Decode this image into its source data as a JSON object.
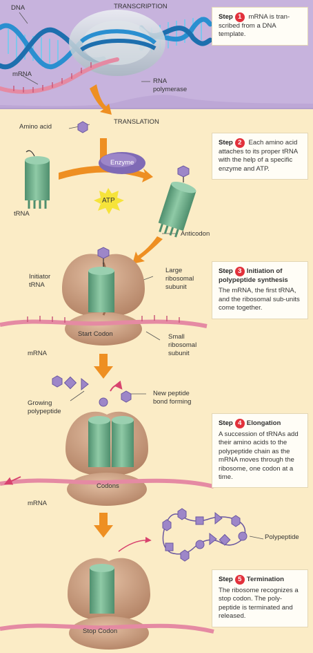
{
  "labels": {
    "transcription": "TRANSCRIPTION",
    "dna": "DNA",
    "mrna_top": "mRNA",
    "rna_polymerase": "RNA\npolymerase",
    "translation": "TRANSLATION",
    "amino_acid": "Amino acid",
    "enzyme": "Enzyme",
    "trna": "tRNA",
    "atp": "ATP",
    "anticodon": "Anticodon",
    "initiator_trna": "Initiator\ntRNA",
    "large_subunit": "Large\nribosomal\nsubunit",
    "start_codon": "Start Codon",
    "small_subunit": "Small\nribosomal\nsubunit",
    "mrna_2": "mRNA",
    "growing_polypeptide": "Growing\npolypeptide",
    "new_peptide_bond": "New peptide\nbond forming",
    "codons": "Codons",
    "mrna_3": "mRNA",
    "polypeptide": "Polypeptide",
    "stop_codon": "Stop Codon"
  },
  "steps": [
    {
      "word": "Step",
      "number": "1",
      "title": "",
      "text": "mRNA is tran-scribed from a DNA template."
    },
    {
      "word": "Step",
      "number": "2",
      "title": "",
      "text": "Each amino acid attaches to its proper tRNA with the help of a specific enzyme and ATP."
    },
    {
      "word": "Step",
      "number": "3",
      "title": "Initiation of polypeptide synthesis",
      "text": "The mRNA, the first tRNA, and the ribosomal sub-units come together."
    },
    {
      "word": "Step",
      "number": "4",
      "title": "Elongation",
      "text": "A succession of tRNAs add their amino acids to the polypeptide chain as the mRNA moves through the ribosome, one codon at a time."
    },
    {
      "word": "Step",
      "number": "5",
      "title": "Termination",
      "text": "The ribosome recognizes a stop codon. The poly-peptide is terminated and released."
    }
  ],
  "colors": {
    "background": "#fbecc6",
    "transcription_band": "#c7b3dd",
    "dna_blue": "#2a8fd0",
    "mrna_pink": "#e58aa3",
    "trna_green": "#6fae8c",
    "ribosome_brown": "#c9997a",
    "amino_purple": "#9d86c8",
    "arrow_orange": "#ee8f22",
    "atp_yellow": "#f6e33a",
    "step_number_red": "#e2313b"
  }
}
